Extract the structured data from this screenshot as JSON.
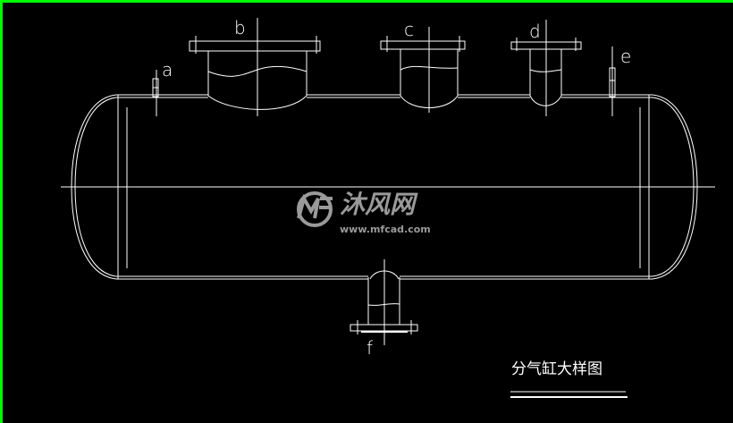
{
  "drawing": {
    "title": "分气缸大样图",
    "nozzle_labels": {
      "a": "a",
      "b": "b",
      "c": "c",
      "d": "d",
      "e": "e",
      "f": "f"
    }
  },
  "watermark": {
    "brand": "沐风网",
    "url": "www.mfcad.com"
  },
  "colors": {
    "background": "#000000",
    "lines": "#ffffff",
    "frame": "#00ff00"
  }
}
